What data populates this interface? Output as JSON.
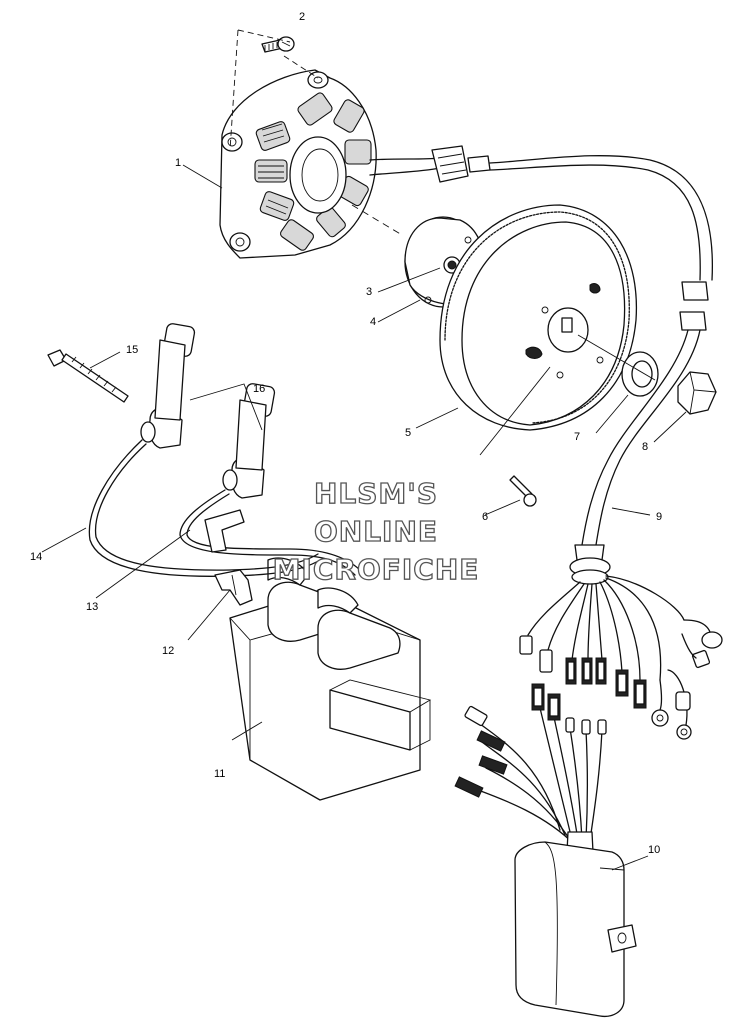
{
  "watermark": {
    "line1": "HLSM'S",
    "line2": "ONLINE",
    "line3": "MICROFICHE"
  },
  "callouts": [
    {
      "id": "1",
      "text": "1"
    },
    {
      "id": "2",
      "text": "2"
    },
    {
      "id": "3",
      "text": "3"
    },
    {
      "id": "4",
      "text": "4"
    },
    {
      "id": "5",
      "text": "5"
    },
    {
      "id": "6",
      "text": "6"
    },
    {
      "id": "7",
      "text": "7"
    },
    {
      "id": "8",
      "text": "8"
    },
    {
      "id": "9",
      "text": "9"
    },
    {
      "id": "10",
      "text": "10"
    },
    {
      "id": "11",
      "text": "11"
    },
    {
      "id": "12",
      "text": "12"
    },
    {
      "id": "13",
      "text": "13"
    },
    {
      "id": "14",
      "text": "14"
    },
    {
      "id": "15",
      "text": "15"
    },
    {
      "id": "16",
      "text": "16"
    }
  ]
}
